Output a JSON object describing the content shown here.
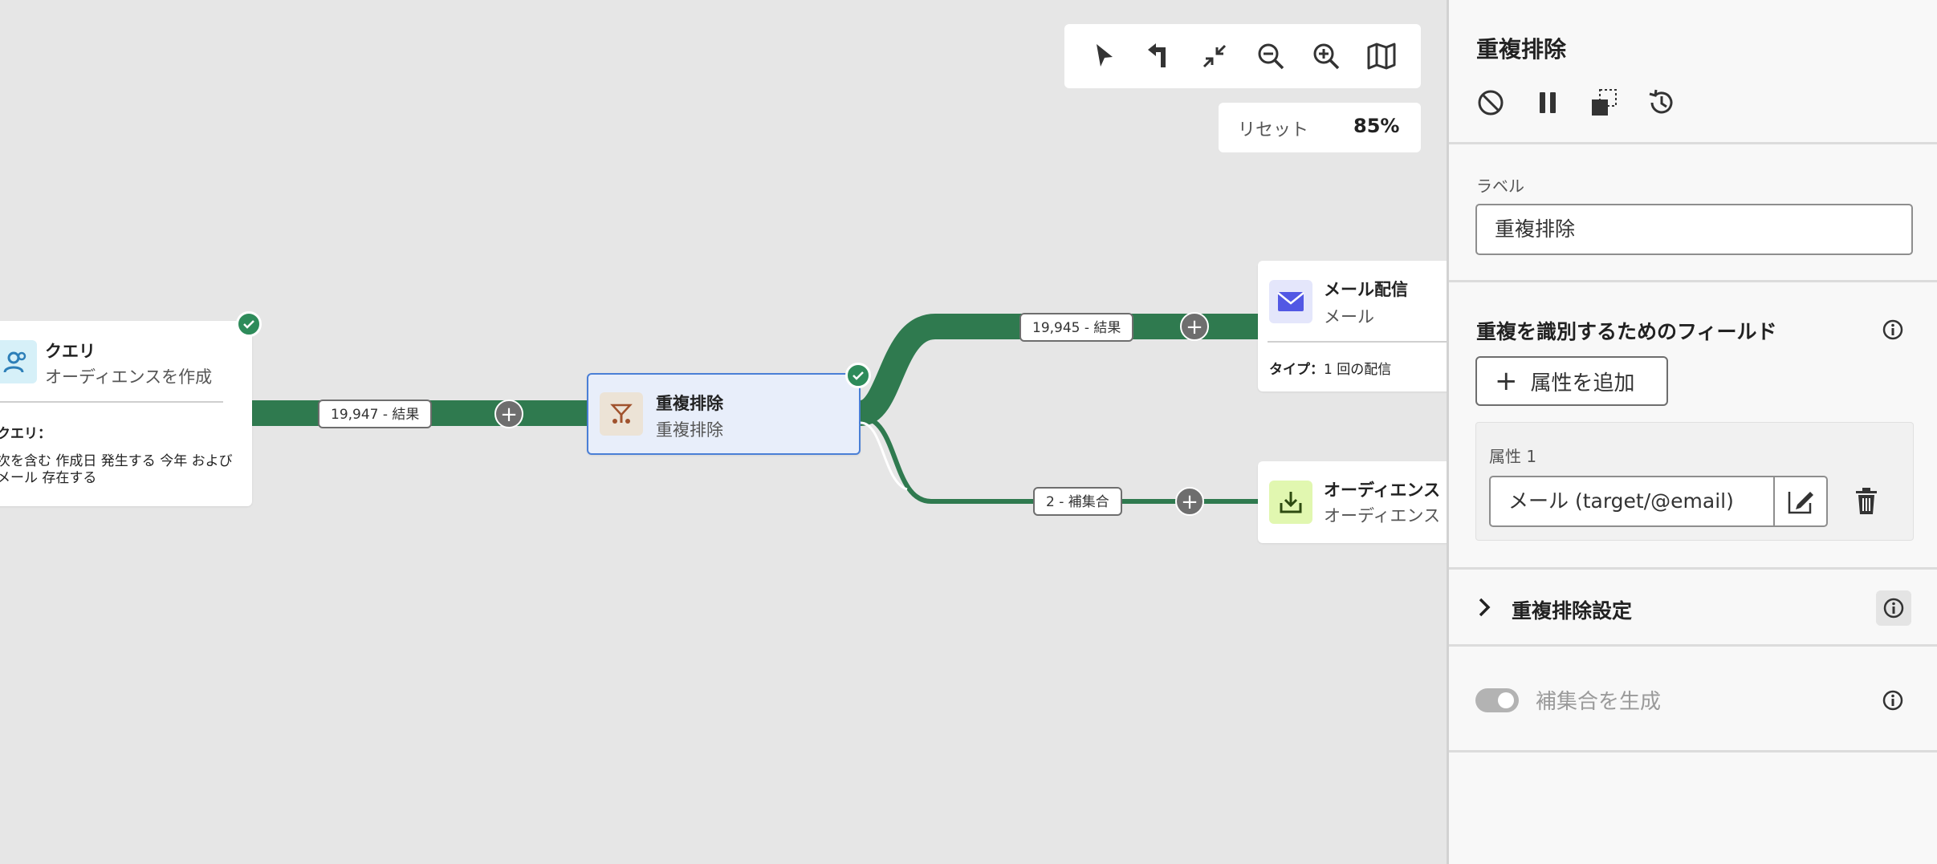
{
  "toolbar": {
    "tools": [
      "select-pointer-icon",
      "reroute-icon",
      "collapse-icon",
      "zoom-out-icon",
      "zoom-in-icon",
      "map-icon"
    ],
    "reset_label": "リセット",
    "zoom_level": "85%"
  },
  "nodes": {
    "query": {
      "title": "クエリ",
      "subtitle": "オーディエンスを作成",
      "detail_label": "クエリ：",
      "detail_line1": "次を含む 作成日 発生する 今年 および",
      "detail_line2": "メール 存在する",
      "icon": "audience-icon",
      "icon_color": "#2d7fb8"
    },
    "dedup": {
      "title": "重複排除",
      "subtitle": "重複排除",
      "icon": "deduplication-icon",
      "icon_color": "#a0522d"
    },
    "email": {
      "title": "メール配信",
      "subtitle": "メール",
      "type_label": "タイプ：",
      "type_value": "1 回の配信",
      "icon": "envelope-icon",
      "icon_color": "#5258e4"
    },
    "audience_save": {
      "title": "オーディエンス",
      "subtitle": "オーディエンス",
      "icon": "save-audience-icon",
      "icon_color": "#4b7e1a"
    }
  },
  "edges": {
    "query_to_dedup": "19,947 - 結果",
    "dedup_to_email": "19,945 - 結果",
    "dedup_to_audience": "2 - 補集合"
  },
  "colors": {
    "flow_green": "#2f7a4f",
    "check_green": "#2e8b5a",
    "selected_border": "#4a7fd6",
    "selected_fill": "#e8eefa"
  },
  "panel": {
    "title": "重複排除",
    "actions": [
      "cancel-icon",
      "pause-icon",
      "copy-icon",
      "history-icon"
    ],
    "label_caption": "ラベル",
    "label_value": "重複排除",
    "fields_heading": "重複を識別するためのフィールド",
    "add_attribute_label": "属性を追加",
    "attribute_caption": "属性 1",
    "attribute_value": "メール (target/@email)",
    "dedup_settings_heading": "重複排除設定",
    "complement_label": "補集合を生成"
  }
}
